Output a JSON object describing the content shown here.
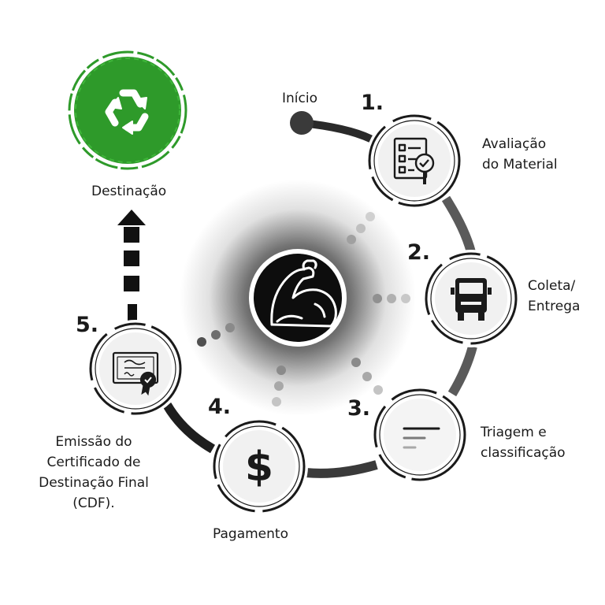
{
  "start": {
    "label": "Início"
  },
  "steps": [
    {
      "number": "1.",
      "label_lines": [
        "Avaliação",
        "do Material"
      ],
      "icon": "checklist-search-icon"
    },
    {
      "number": "2.",
      "label_lines": [
        "Coleta/",
        "Entrega"
      ],
      "icon": "truck-icon"
    },
    {
      "number": "3.",
      "label_lines": [
        "Triagem e",
        "classificação"
      ],
      "icon": "sort-lines-icon"
    },
    {
      "number": "4.",
      "label_lines": [
        "Pagamento"
      ],
      "icon": "dollar-icon"
    },
    {
      "number": "5.",
      "label_lines": [
        "Emissão do",
        "Certificado de",
        "Destinação Final",
        "(CDF)."
      ],
      "icon": "certificate-icon"
    }
  ],
  "destination": {
    "label": "Destinação",
    "icon": "recycle-icon",
    "color": "#2e9a2a"
  },
  "hub": {
    "icon": "flexed-bicep-icon"
  },
  "colors": {
    "path_dark": "#2a2a2a",
    "path_mid": "#5e5e5e",
    "dots": "#8a8a8a",
    "dots_light": "#c4c4c4"
  }
}
